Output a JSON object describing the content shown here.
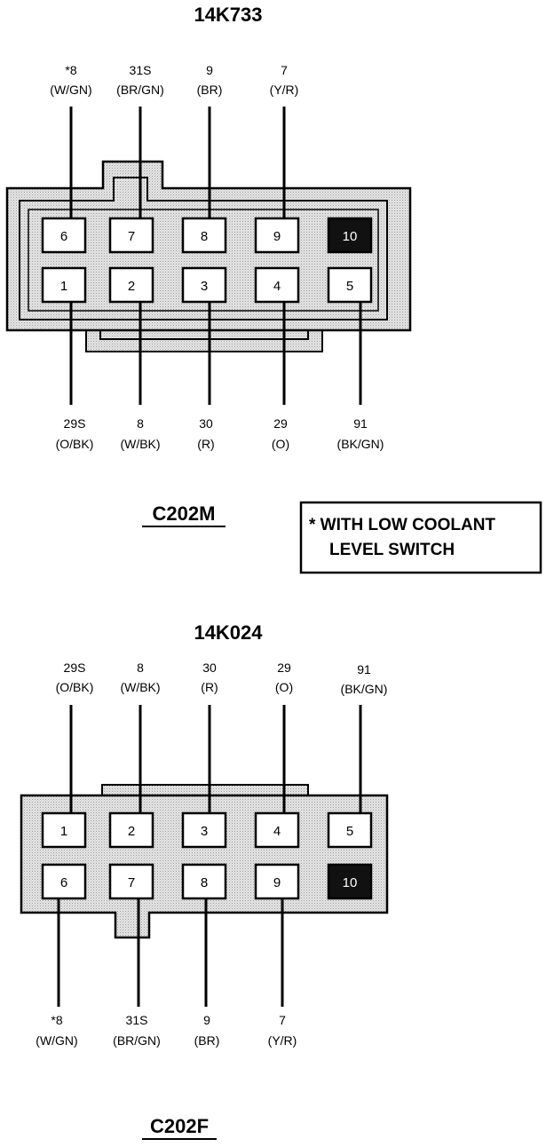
{
  "top": {
    "part_number": "14K733",
    "connector_name": "C202M",
    "top_wires": [
      {
        "circuit": "*8",
        "color": "(W/GN)"
      },
      {
        "circuit": "31S",
        "color": "(BR/GN)"
      },
      {
        "circuit": "9",
        "color": "(BR)"
      },
      {
        "circuit": "7",
        "color": "(Y/R)"
      }
    ],
    "bottom_wires": [
      {
        "circuit": "29S",
        "color": "(O/BK)"
      },
      {
        "circuit": "8",
        "color": "(W/BK)"
      },
      {
        "circuit": "30",
        "color": "(R)"
      },
      {
        "circuit": "29",
        "color": "(O)"
      },
      {
        "circuit": "91",
        "color": "(BK/GN)"
      }
    ],
    "row_upper": [
      "6",
      "7",
      "8",
      "9",
      "10"
    ],
    "row_lower": [
      "1",
      "2",
      "3",
      "4",
      "5"
    ]
  },
  "bottom": {
    "part_number": "14K024",
    "connector_name": "C202F",
    "top_wires": [
      {
        "circuit": "29S",
        "color": "(O/BK)"
      },
      {
        "circuit": "8",
        "color": "(W/BK)"
      },
      {
        "circuit": "30",
        "color": "(R)"
      },
      {
        "circuit": "29",
        "color": "(O)"
      },
      {
        "circuit": "91",
        "color": "(BK/GN)"
      }
    ],
    "bottom_wires": [
      {
        "circuit": "*8",
        "color": "(W/GN)"
      },
      {
        "circuit": "31S",
        "color": "(BR/GN)"
      },
      {
        "circuit": "9",
        "color": "(BR)"
      },
      {
        "circuit": "7",
        "color": "(Y/R)"
      }
    ],
    "row_upper": [
      "1",
      "2",
      "3",
      "4",
      "5"
    ],
    "row_lower": [
      "6",
      "7",
      "8",
      "9",
      "10"
    ]
  },
  "note": {
    "line1": "* WITH LOW COOLANT",
    "line2": "LEVEL SWITCH"
  },
  "colors": {
    "ink": "#000000",
    "body_fill": "#e4e4e4",
    "dark_pin": "#111111"
  }
}
